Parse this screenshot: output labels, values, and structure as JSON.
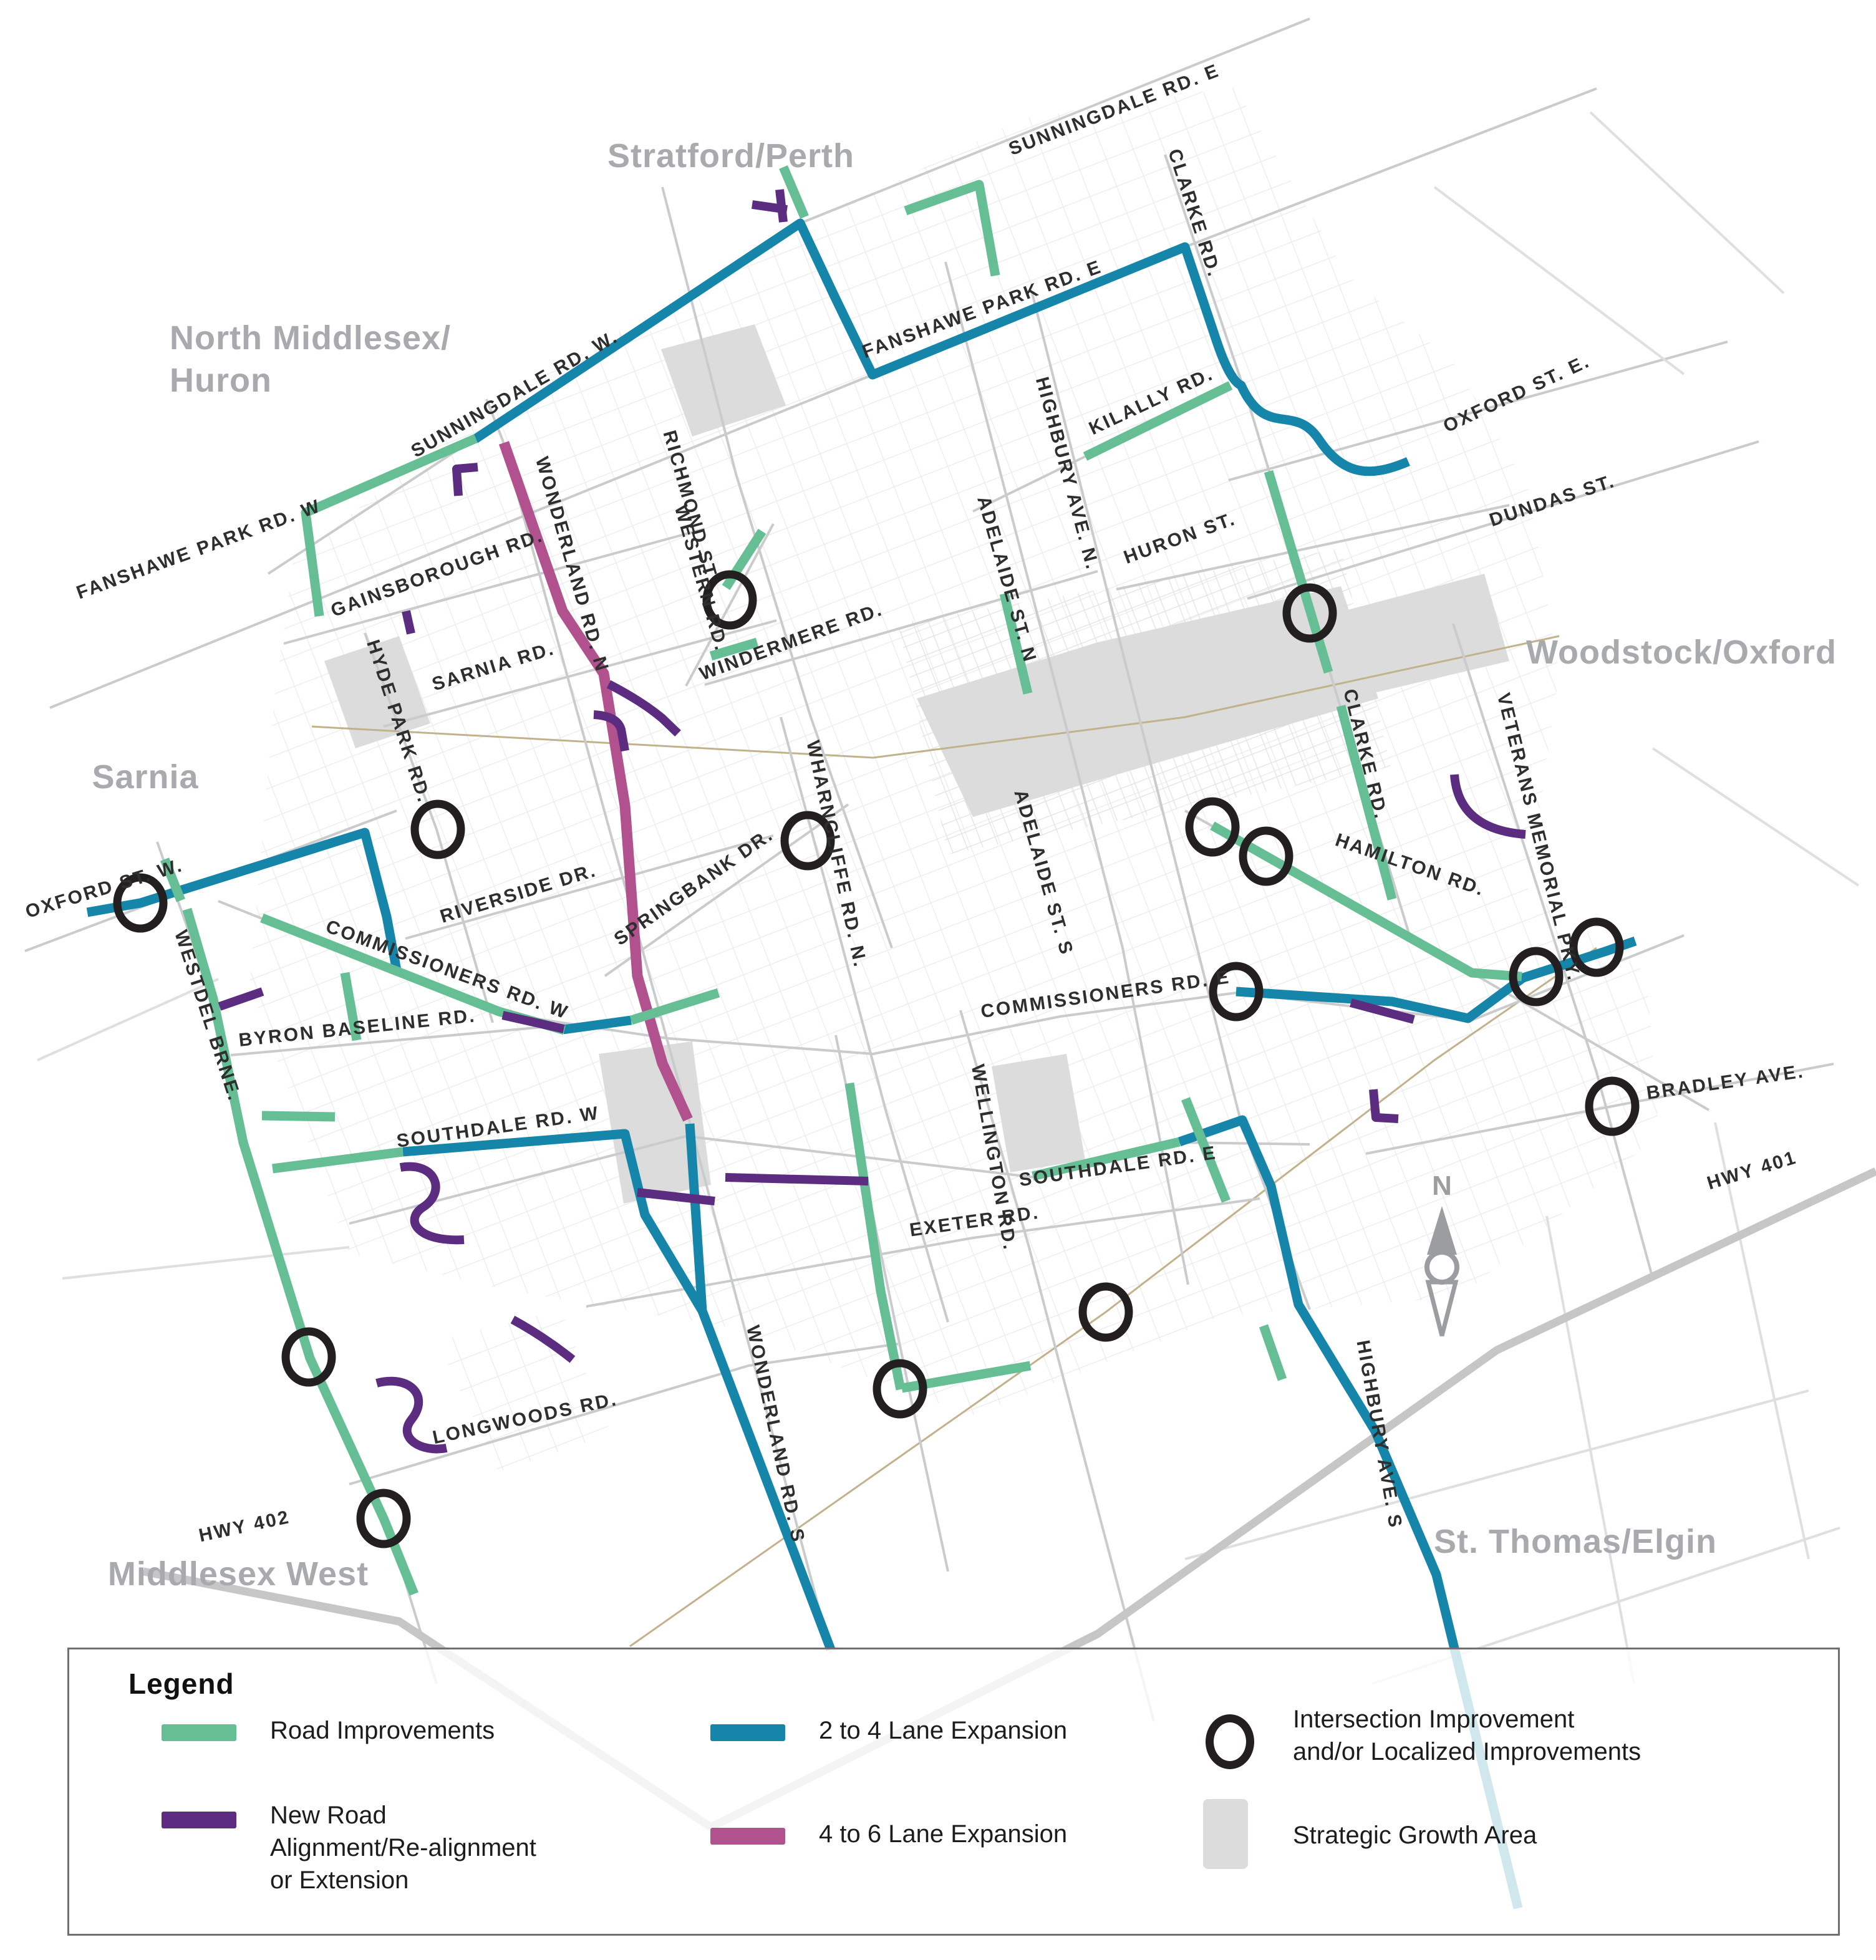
{
  "colors": {
    "road_improvements": "#66BF94",
    "lane_2_4": "#1586A9",
    "new_road": "#5B2C80",
    "lane_4_6": "#B1518E",
    "intersection": "#231F20",
    "growth_area": "#DCDCDD",
    "region_label": "#A8AAAD",
    "road_label": "#2E2E2E"
  },
  "map": {
    "compass_label": "N",
    "regions": [
      {
        "lines": [
          "Stratford/Perth"
        ]
      },
      {
        "lines": [
          "North Middlesex/",
          "Huron"
        ]
      },
      {
        "lines": [
          "Woodstock/Oxford"
        ]
      },
      {
        "lines": [
          "Sarnia"
        ]
      },
      {
        "lines": [
          "Middlesex West"
        ]
      },
      {
        "lines": [
          "St. Thomas/Elgin"
        ]
      }
    ],
    "road_labels": [
      {
        "text": "SUNNINGDALE RD. E"
      },
      {
        "text": "CLARKE RD."
      },
      {
        "text": "FANSHAWE PARK RD. E"
      },
      {
        "text": "HIGHBURY AVE. N."
      },
      {
        "text": "KILALLY RD."
      },
      {
        "text": "HURON ST."
      },
      {
        "text": "OXFORD ST. E."
      },
      {
        "text": "DUNDAS ST."
      },
      {
        "text": "VETERANS MEMORIAL PKY."
      },
      {
        "text": "CLARKE RD."
      },
      {
        "text": "SUNNINGDALE RD. W."
      },
      {
        "text": "RICHMOND ST."
      },
      {
        "text": "WINDERMERE RD."
      },
      {
        "text": "ADELAIDE ST. N"
      },
      {
        "text": "WESTERN RD."
      },
      {
        "text": "FANSHAWE PARK RD. W"
      },
      {
        "text": "GAINSBOROUGH RD."
      },
      {
        "text": "SARNIA RD."
      },
      {
        "text": "HYDE PARK RD."
      },
      {
        "text": "WONDERLAND RD. N"
      },
      {
        "text": "OXFORD ST. W."
      },
      {
        "text": "WESTDEL BRNE."
      },
      {
        "text": "RIVERSIDE DR."
      },
      {
        "text": "COMMISSIONERS RD. W"
      },
      {
        "text": "BYRON BASELINE RD."
      },
      {
        "text": "SPRINGBANK DR."
      },
      {
        "text": "WHARNCLIFFE RD. N."
      },
      {
        "text": "ADELAIDE ST. S"
      },
      {
        "text": "COMMISSIONERS RD. E"
      },
      {
        "text": "WELLINGTON RD."
      },
      {
        "text": "SOUTHDALE RD. E"
      },
      {
        "text": "HAMILTON RD."
      },
      {
        "text": "BRADLEY AVE."
      },
      {
        "text": "HWY 401"
      },
      {
        "text": "SOUTHDALE RD. W"
      },
      {
        "text": "EXETER RD."
      },
      {
        "text": "LONGWOODS RD."
      },
      {
        "text": "WONDERLAND RD. S"
      },
      {
        "text": "HIGHBURY AVE. S"
      },
      {
        "text": "HWY 402"
      }
    ]
  },
  "legend": {
    "heading": "Legend",
    "road_improvements": "Road Improvements",
    "new_road_lines": [
      "New Road",
      "Alignment/Re-alignment",
      "or Extension"
    ],
    "lane_2_4": "2 to 4 Lane Expansion",
    "lane_4_6": "4 to 6 Lane Expansion",
    "intersection_lines": [
      "Intersection Improvement",
      "and/or Localized Improvements"
    ],
    "growth": "Strategic Growth Area"
  }
}
